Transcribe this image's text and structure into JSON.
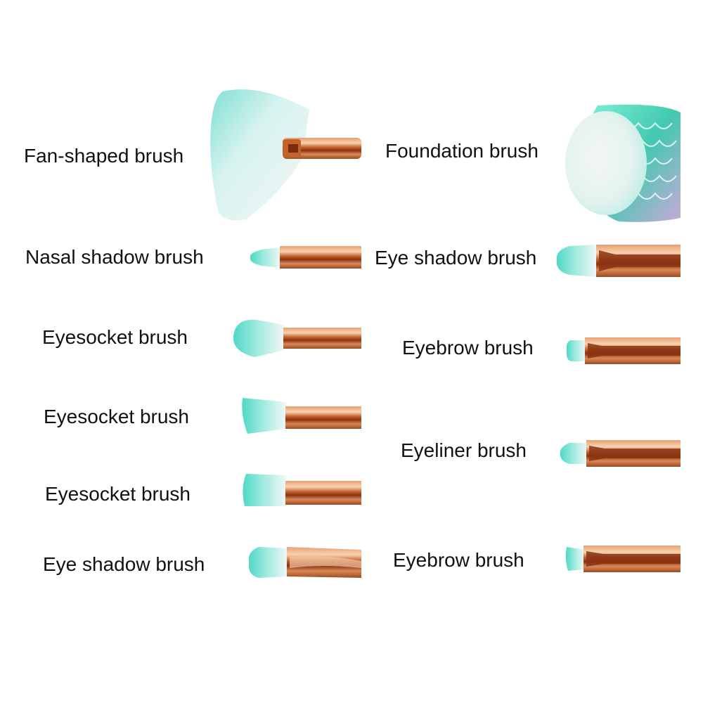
{
  "colors": {
    "background": "#ffffff",
    "bristle_tip": "#4fd8c6",
    "bristle_white": "#f4f7f6",
    "ferrule_copper": "#c4622c",
    "ferrule_highlight": "#f3c9a4",
    "ferrule_dark": "#7a2a10",
    "mermaid_scale": "#55d6bd",
    "text": "#111111"
  },
  "labels": {
    "fan_shaped_brush": "Fan-shaped brush",
    "foundation_brush": "Foundation brush",
    "nasal_shadow_brush": "Nasal shadow brush",
    "eye_shadow_brush_right": "Eye shadow brush",
    "eyesocket_brush_1": "Eyesocket brush",
    "eyebrow_brush_1": "Eyebrow brush",
    "eyesocket_brush_2": "Eyesocket brush",
    "eyeliner_brush": "Eyeliner brush",
    "eyesocket_brush_3": "Eyesocket brush",
    "eye_shadow_brush_left": "Eye shadow brush",
    "eyebrow_brush_2": "Eyebrow brush"
  },
  "icons": {
    "fan_shaped_brush": "fan-brush-icon",
    "foundation_brush": "mermaid-foundation-brush-icon",
    "nasal_shadow_brush": "tapered-brush-icon",
    "eye_shadow_brush_right": "flat-shader-brush-icon",
    "eyesocket_brush_1": "round-blending-brush-icon",
    "eyebrow_brush_1": "small-flat-brush-icon",
    "eyesocket_brush_2": "angled-brush-icon",
    "eyeliner_brush": "eyeliner-brush-icon",
    "eyesocket_brush_3": "flat-blending-brush-icon",
    "eye_shadow_brush_left": "pencil-shader-brush-icon",
    "eyebrow_brush_2": "angled-eyebrow-brush-icon"
  }
}
